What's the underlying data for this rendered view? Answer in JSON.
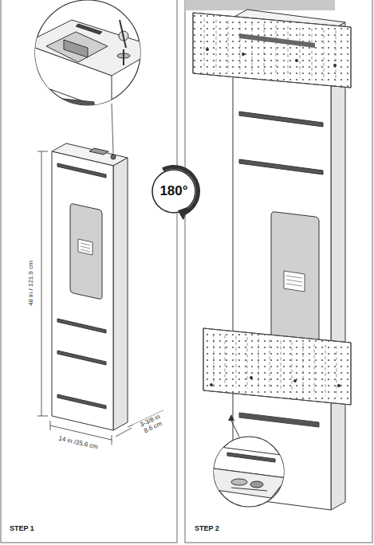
{
  "diagram": {
    "nodes": [
      {
        "text": [
          "180°"
        ]
      }
    ],
    "labels": [
      "48 in / 121.9 cm",
      "14 in /35.6 cm",
      "3-3/8 in 8.6 cm",
      "STEP 1",
      "STEP 2"
    ]
  }
}
